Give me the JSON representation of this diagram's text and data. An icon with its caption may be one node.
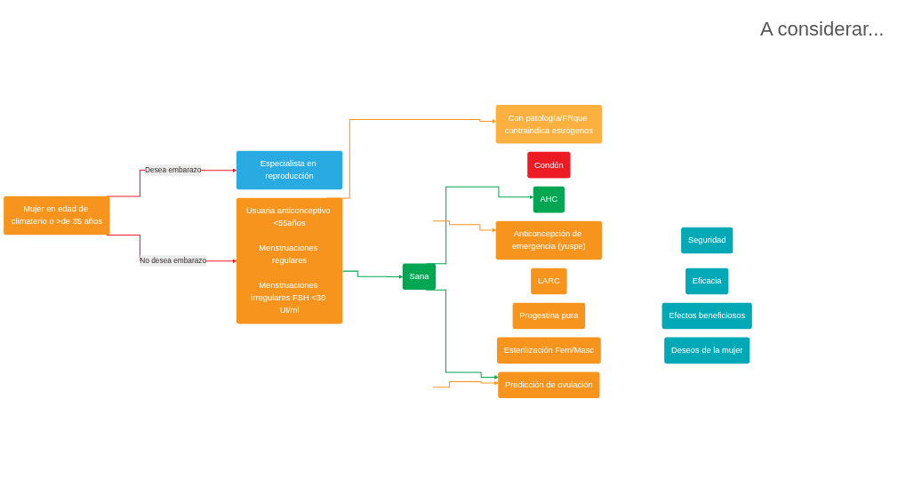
{
  "diagram": {
    "nodes": [
      {
        "text": [
          "Mujer en edad de climaterio o >de 35 años"
        ]
      },
      {
        "text": [
          "Especialista en reproducción"
        ]
      },
      {
        "text": [
          "Usuaria anticonceptivo <55años",
          "Menstruaciones regulares",
          "Menstruaciones irregulares FSH <30 UI/ml"
        ]
      },
      {
        "text": [
          "Sana"
        ]
      },
      {
        "text": [
          "Con patología/FRque contraindica estrógenos"
        ]
      },
      {
        "text": [
          "Condón"
        ]
      },
      {
        "text": [
          "AHC"
        ]
      },
      {
        "text": [
          "Anticoncepción de emergencia (yuspe)"
        ]
      },
      {
        "text": [
          "LARC"
        ]
      },
      {
        "text": [
          "Progestina pura"
        ]
      },
      {
        "text": [
          "Esterilización Fem/Masc"
        ]
      },
      {
        "text": [
          "Predicción de ovulación"
        ]
      },
      {
        "text": [
          "Seguridad"
        ]
      },
      {
        "text": [
          "Eficacia"
        ]
      },
      {
        "text": [
          "Efectos beneficiosos"
        ]
      },
      {
        "text": [
          "Deseos de la mujer"
        ]
      }
    ],
    "edges": [
      {
        "from": 0,
        "to": 1,
        "arrow": "to",
        "label": "Desea embarazo",
        "color": "#ed1c24"
      },
      {
        "from": 0,
        "to": 2,
        "arrow": "to",
        "label": "No desea embarazo",
        "color": "#ed1c24"
      },
      {
        "from": 2,
        "to": 3,
        "arrow": "to",
        "color": "#00a651"
      },
      {
        "from": 2,
        "to": 4,
        "arrow": "to",
        "color": "#f7941d"
      },
      {
        "from": 3,
        "to": 6,
        "arrow": "to",
        "color": "#00a651"
      },
      {
        "from": 3,
        "to": 11,
        "arrow": "to",
        "color": "#00a651"
      },
      {
        "from": null,
        "to": 7,
        "arrow": "to",
        "color": "#f7941d"
      },
      {
        "from": null,
        "to": 11,
        "arrow": "to",
        "color": "#f7941d"
      }
    ],
    "labels": [
      "A considerar..."
    ]
  }
}
